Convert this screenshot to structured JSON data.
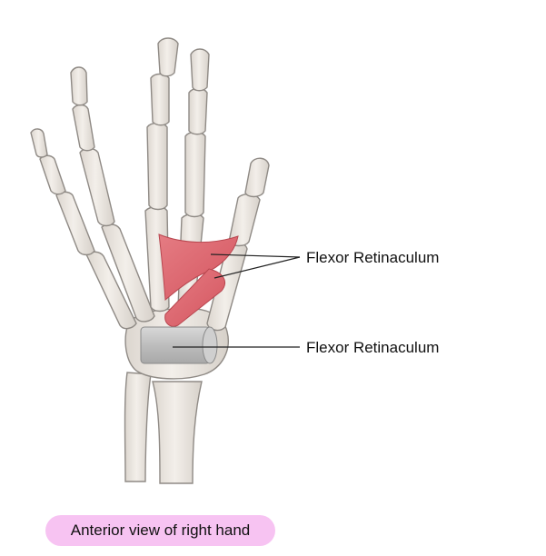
{
  "labels": {
    "upper": "Flexor Retinaculum",
    "lower": "Flexor Retinaculum"
  },
  "caption": "Anterior view of right hand",
  "colors": {
    "bone_fill": "#ece7e1",
    "bone_outline": "#8f8a85",
    "muscle": "#e06a72",
    "retinaculum": "#c9c9c9",
    "caption_bg": "#f7c3f2"
  }
}
